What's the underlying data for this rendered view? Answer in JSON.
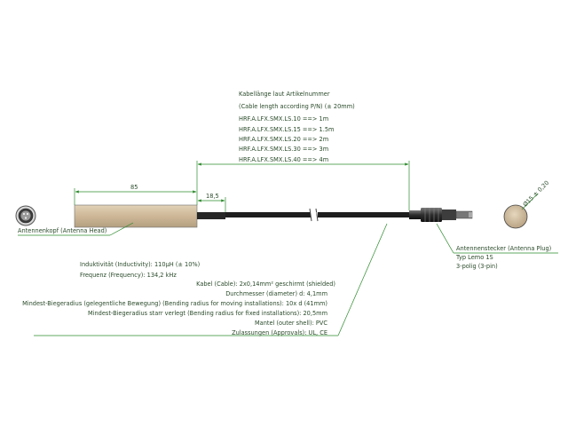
{
  "colors": {
    "leader": "#2e8b2e",
    "text": "#2a4a2a",
    "head_fill": "#cdb797",
    "cable": "#1e1e1e",
    "plug": "#3a3a3a"
  },
  "dims": {
    "head_length": "85",
    "tail_length": "18,5",
    "diameter": "Ø15 ± 0,20"
  },
  "cable_length": {
    "title": "Kabellänge laut Artikelnummer",
    "subtitle": "(Cable length according P/N) (± 20mm)",
    "variants": [
      "HRF.A.LFX.SMX.LS.10 ==> 1m",
      "HRF.A.LFX.SMX.LS.15 ==> 1.5m",
      "HRF.A.LFX.SMX.LS.20 ==> 2m",
      "HRF.A.LFX.SMX.LS.30 ==> 3m",
      "HRF.A.LFX.SMX.LS.40 ==> 4m"
    ]
  },
  "head": {
    "title": "Antennenkopf (Antenna Head)",
    "inductivity": "Induktivität (Inductivity): 110µH (± 10%)",
    "frequency": "Frequenz (Frequency): 134,2 kHz"
  },
  "plug": {
    "title": "Antennenstecker (Antenna Plug)",
    "type": "Typ Lemo 1S",
    "poles": "3-polig (3-pin)"
  },
  "cable_specs": [
    "Kabel (Cable): 2x0,14mm² geschirmt (shielded)",
    "Durchmesser (diameter) d: 4,1mm",
    "Mindest-Biegeradius (gelegentliche Bewegung) (Bending radius for moving installations): 10x d (41mm)",
    "Mindest-Biegeradius starr verlegt (Bending radius for fixed installations): 20,5mm",
    "Mantel (outer shell): PVC",
    "Zulassungen (Approvals): UL, CE"
  ]
}
